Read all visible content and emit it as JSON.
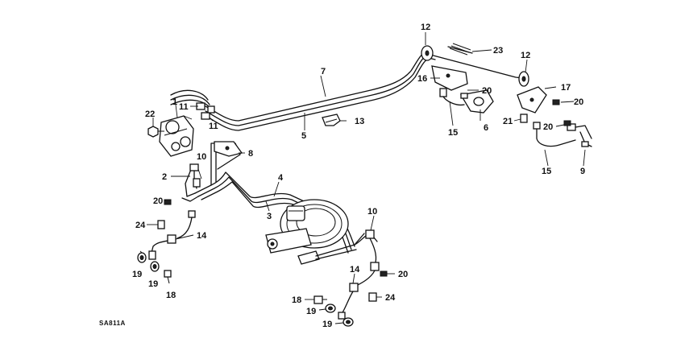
{
  "diagram_code": "SA811A",
  "callouts": [
    "1",
    "2",
    "3",
    "4",
    "5",
    "6",
    "7",
    "8",
    "9",
    "10",
    "10",
    "11",
    "11",
    "12",
    "12",
    "13",
    "14",
    "14",
    "15",
    "15",
    "16",
    "17",
    "18",
    "18",
    "19",
    "19",
    "19",
    "19",
    "20",
    "20",
    "20",
    "20",
    "20",
    "21",
    "22",
    "23",
    "24",
    "24"
  ]
}
